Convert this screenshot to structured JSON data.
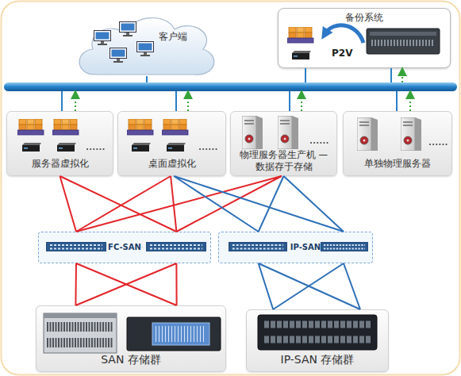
{
  "diagram": {
    "nodes": [
      {
        "text": [
          "客户端"
        ]
      },
      {
        "text": [
          "备份系统"
        ]
      },
      {
        "text": [
          "服务器虚拟化"
        ]
      },
      {
        "text": [
          "桌面虚拟化"
        ]
      },
      {
        "text": [
          "物理服务器生产机 —数据存于存储"
        ]
      },
      {
        "text": [
          "单独物理服务器"
        ]
      },
      {
        "text": [
          "FC-SAN"
        ]
      },
      {
        "text": [
          "IP-SAN"
        ]
      },
      {
        "text": [
          "SAN 存储群"
        ]
      },
      {
        "text": [
          "IP-SAN 存储群"
        ]
      }
    ],
    "edges": [
      {
        "from": 2,
        "to": 6,
        "arrow": "none"
      },
      {
        "from": 3,
        "to": 6,
        "arrow": "none"
      },
      {
        "from": 4,
        "to": 6,
        "arrow": "none"
      },
      {
        "from": 3,
        "to": 7,
        "arrow": "none"
      },
      {
        "from": 4,
        "to": 7,
        "arrow": "none"
      },
      {
        "from": 6,
        "to": 8,
        "arrow": "none"
      },
      {
        "from": 7,
        "to": 9,
        "arrow": "none"
      }
    ],
    "labels": [
      "P2V"
    ]
  }
}
